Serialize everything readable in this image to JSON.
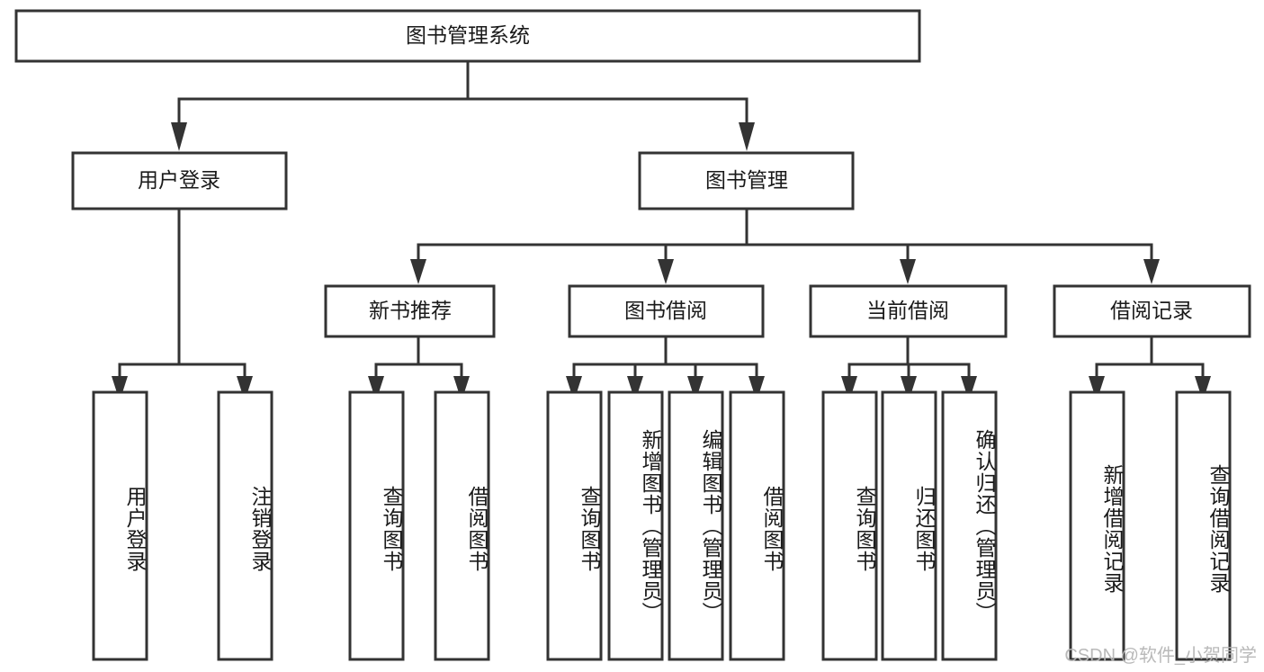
{
  "diagram": {
    "title": "图书管理系统",
    "type": "tree-hierarchy",
    "watermark": "CSDN @软件_小贺同学",
    "colors": {
      "box_stroke": "#333333",
      "box_fill": "#ffffff",
      "connector": "#333333",
      "text": "#1a1a1a",
      "watermark": "#b6b6b6",
      "background": "#ffffff"
    },
    "levels": {
      "root": {
        "label": "图书管理系统"
      },
      "level2": [
        {
          "label": "用户登录"
        },
        {
          "label": "图书管理"
        }
      ],
      "level3": [
        {
          "label": "新书推荐"
        },
        {
          "label": "图书借阅"
        },
        {
          "label": "当前借阅"
        },
        {
          "label": "借阅记录"
        }
      ],
      "leaves": {
        "user_login": [
          {
            "label": "用户登录"
          },
          {
            "label": "注销登录"
          }
        ],
        "new_book_recommend": [
          {
            "label": "查询图书"
          },
          {
            "label": "借阅图书"
          }
        ],
        "book_borrow": [
          {
            "label": "查询图书"
          },
          {
            "label": "新增图书（管理员）"
          },
          {
            "label": "编辑图书（管理员）"
          },
          {
            "label": "借阅图书"
          }
        ],
        "current_borrow": [
          {
            "label": "查询图书"
          },
          {
            "label": "归还图书"
          },
          {
            "label": "确认归还（管理员）"
          }
        ],
        "borrow_record": [
          {
            "label": "新增借阅记录"
          },
          {
            "label": "查询借阅记录"
          }
        ]
      }
    }
  }
}
